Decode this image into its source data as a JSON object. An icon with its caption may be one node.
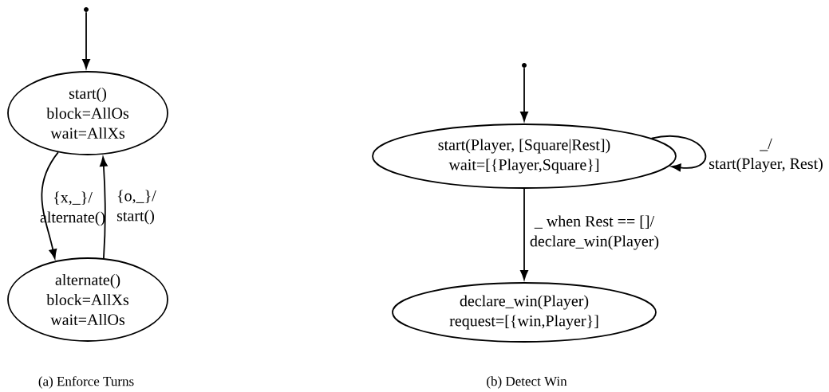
{
  "diagram": {
    "nodes": [
      {
        "text": [],
        "shape": "circle"
      },
      {
        "text": [
          "start()",
          "block=AllOs",
          "wait=AllXs"
        ]
      },
      {
        "text": [
          "alternate()",
          "block=AllXs",
          "wait=AllOs"
        ]
      },
      {
        "text": [],
        "shape": "circle"
      },
      {
        "text": [
          "start(Player, [Square|Rest])",
          "wait=[{Player,Square}]"
        ]
      },
      {
        "text": [
          "declare_win(Player)",
          "request=[{win,Player}]"
        ]
      }
    ],
    "edges": [
      {
        "from": 0,
        "to": 1,
        "arrow": "to"
      },
      {
        "from": 1,
        "to": 2,
        "arrow": "to",
        "label": "{x,_}/ alternate()"
      },
      {
        "from": 2,
        "to": 1,
        "arrow": "to",
        "label": "{o,_}/ start()"
      },
      {
        "from": 3,
        "to": 4,
        "arrow": "to"
      },
      {
        "from": 4,
        "to": 4,
        "arrow": "to",
        "label": "_/ start(Player, Rest)"
      },
      {
        "from": 4,
        "to": 5,
        "arrow": "to",
        "label": "_ when Rest == []/ declare_win(Player)"
      }
    ],
    "labels": [
      "(a) Enforce Turns",
      "(b) Detect Win"
    ]
  }
}
